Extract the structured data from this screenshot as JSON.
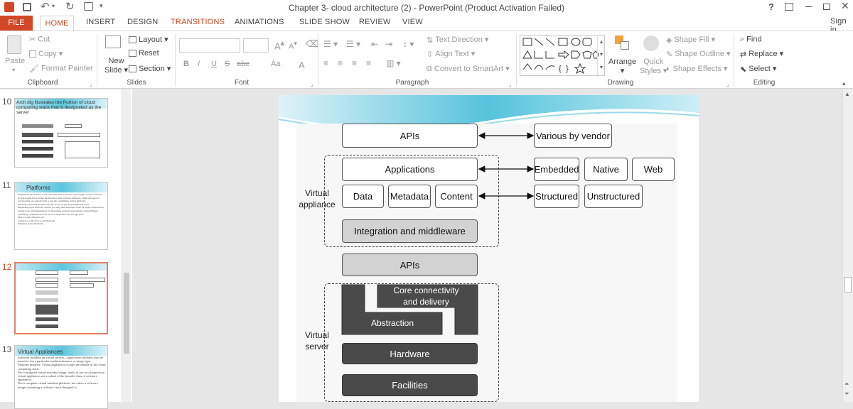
{
  "window": {
    "title": "Chapter 3- cloud architecture (2) - PowerPoint (Product Activation Failed)",
    "help": "?",
    "sign_in": "Sign in"
  },
  "tabs": [
    "FILE",
    "HOME",
    "INSERT",
    "DESIGN",
    "TRANSITIONS",
    "ANIMATIONS",
    "SLIDE SHOW",
    "REVIEW",
    "VIEW"
  ],
  "ribbon": {
    "clipboard": {
      "paste": "Paste",
      "cut": "Cut",
      "copy": "Copy",
      "format_painter": "Format Painter",
      "label": "Clipboard"
    },
    "slides": {
      "new_slide_1": "New",
      "new_slide_2": "Slide",
      "layout": "Layout",
      "reset": "Reset",
      "section": "Section",
      "label": "Slides"
    },
    "font": {
      "label": "Font",
      "bold": "B",
      "italic": "I",
      "underline": "U",
      "strike": "S",
      "spacing": "abc",
      "case": "Aa",
      "color": "A"
    },
    "paragraph": {
      "text_direction": "Text Direction",
      "align_text": "Align Text",
      "convert_smartart": "Convert to SmartArt",
      "label": "Paragraph"
    },
    "drawing": {
      "arrange": "Arrange",
      "quick_1": "Quick",
      "quick_2": "Styles",
      "shape_fill": "Shape Fill",
      "shape_outline": "Shape Outline",
      "shape_effects": "Shape Effects",
      "label": "Drawing"
    },
    "editing": {
      "find": "Find",
      "replace": "Replace",
      "select": "Select",
      "label": "Editing"
    }
  },
  "thumbnails": [
    {
      "num": "10",
      "title": "Arch dig illustrates the Portion of cloud computing stack that is designated as the server"
    },
    {
      "num": "11",
      "title": "Platforms",
      "lines": [
        "Platform in the cloud is a software layer that is used to create higher levels of service.",
        "A cloud platform provides the hardware and software needed to build web apps or services that are custom built to use the capabilities of that platform.",
        "Platforms represent the full software stack except the presentation layer.",
        "Depending upon the PaaS vendor you may find developer tools for team collaboration, testing tools, instrumentation for measuring program performance and attributes, versioning, database and web service integration and storage tools.",
        "Major cloud platforms are:",
        "Salesforce.com's Force.com Platform",
        "Windows Azure Platform"
      ]
    },
    {
      "num": "12"
    },
    {
      "num": "13",
      "title": "Virtual Appliances",
      "lines": [
        "Software installed on virtual servers—application modules that are meant to run a particular machine instance or image type.",
        "Platform instance. Virtual appliances occupy the middle of the cloud computing stack.",
        "Pre-configured virtual machine image, ready to run on a hypervisor; virtual appliances are a subset of the broader class of software appliances.",
        "Not a complete virtual machine platform, but rather a software image containing a software stack designed to"
      ]
    }
  ],
  "slide": {
    "apis_top": "APIs",
    "various": "Various by vendor",
    "applications": "Applications",
    "embedded": "Embedded",
    "native": "Native",
    "web": "Web",
    "data": "Data",
    "metadata": "Metadata",
    "content": "Content",
    "structured": "Structured",
    "unstructured": "Unstructured",
    "integration": "Integration and middleware",
    "apis_mid": "APIs",
    "virtual_appliance": "Virtual appliance",
    "core": "Core connectivity and delivery",
    "abstraction": "Abstraction",
    "hardware": "Hardware",
    "facilities": "Facilities",
    "virtual_server": "Virtual server"
  },
  "colors": {
    "file_tab": "#d24726",
    "accent": "#d24726",
    "slide_gray": "#d2d2d2",
    "slide_dark": "#4a4a4a"
  }
}
